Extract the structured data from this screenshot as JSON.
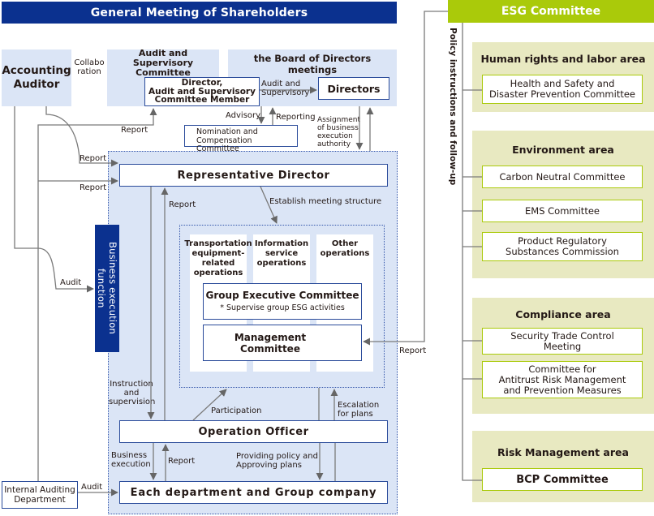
{
  "left": {
    "banner": "General Meeting of Shareholders",
    "accounting_auditor": "Accounting\nAuditor",
    "collaboration": "Collabo\nration",
    "audit_committee_title": "Audit and\nSupervisory Committee",
    "board_title": "the Board of Directors meetings",
    "director_member": "Director,\nAudit and Supervisory\nCommittee Member",
    "audit_supervisory_label": "Audit and\nSupervisory",
    "directors": "Directors",
    "advisory": "Advisory",
    "reporting": "Reporting",
    "nomination": "Nomination and\nCompensation Committee",
    "assignment": "Assignment\nof business\nexecution\nauthority",
    "report_to_director": "Report",
    "report_1": "Report",
    "report_2": "Report",
    "representative_director": "Representative Director",
    "report_up": "Report",
    "establish": "Establish meeting structure",
    "business_execution_function": "Business execution function",
    "audit_left": "Audit",
    "columns": [
      "Transportation\nequipment-\nrelated\noperations",
      "Information\nservice\noperations",
      "Other\noperations"
    ],
    "group_exec": "Group Executive Committee",
    "group_exec_note": "* Supervise group ESG activities",
    "management_committee": "Management Committee",
    "instruction": "Instruction\nand\nsupervision",
    "participation": "Participation",
    "escalation": "Escalation\nfor plans",
    "operation_officer": "Operation Officer",
    "business_execution": "Business\nexecution",
    "report_down": "Report",
    "providing_policy": "Providing policy and\nApproving plans",
    "internal_audit": "Internal Auditing\nDepartment",
    "audit_bottom": "Audit",
    "each_department": "Each department and Group company",
    "report_esg": "Report"
  },
  "right": {
    "banner": "ESG Committee",
    "policy_label": "Policy instructions and follow-up",
    "areas": [
      {
        "title": "Human rights and labor area",
        "committees": [
          "Health and Safety and\nDisaster Prevention Committee"
        ]
      },
      {
        "title": "Environment area",
        "committees": [
          "Carbon Neutral Committee",
          "EMS Committee",
          "Product Regulatory\nSubstances Commission"
        ]
      },
      {
        "title": "Compliance area",
        "committees": [
          "Security Trade Control\nMeeting",
          "Committee for\nAntitrust Risk Management\nand Prevention Measures"
        ]
      },
      {
        "title": "Risk Management area",
        "committees": [
          "BCP Committee"
        ]
      }
    ]
  },
  "colors": {
    "navy": "#0b318f",
    "lime": "#aaca0a",
    "light_blue": "#dbe5f6",
    "khaki": "#e8e9c1",
    "line": "#7a7a7a"
  }
}
